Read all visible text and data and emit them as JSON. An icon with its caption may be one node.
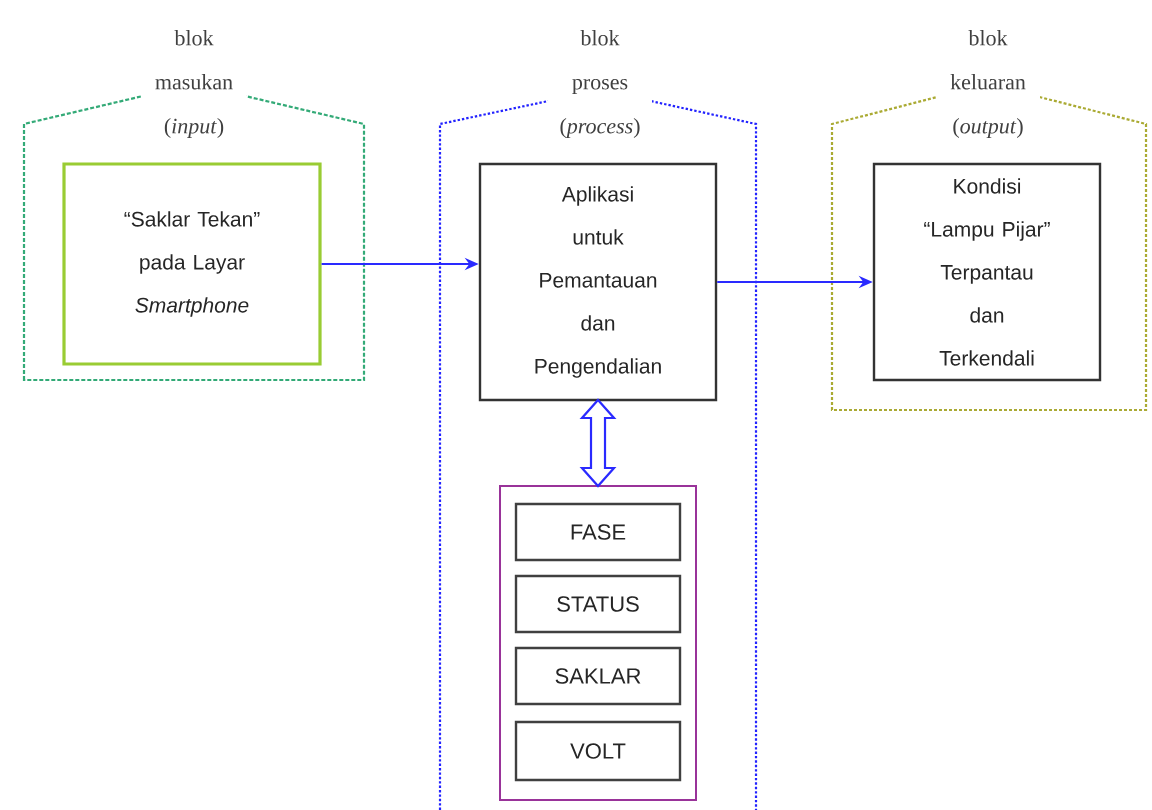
{
  "diagram": {
    "nodes": [
      {
        "text": [
          "blok masukan (*input*)"
        ]
      },
      {
        "text": [
          "“Saklar Tekan” pada Layar *Smartphone*"
        ],
        "in": 0
      },
      {
        "text": [
          "blok proses (*process*)"
        ]
      },
      {
        "text": [
          "Aplikasi untuk Pemantauan dan Pengendalian"
        ],
        "in": 2
      },
      {
        "text": [],
        "shape": "box",
        "in": 2
      },
      {
        "text": [
          "FASE"
        ],
        "in": 4
      },
      {
        "text": [
          "STATUS"
        ],
        "in": 4
      },
      {
        "text": [
          "SAKLAR"
        ],
        "in": 4
      },
      {
        "text": [
          "VOLT"
        ],
        "in": 4
      },
      {
        "text": [
          "blok keluaran (*output*)"
        ]
      },
      {
        "text": [
          "Kondisi “Lampu Pijar” Terpantau dan Terkendali"
        ],
        "in": 9
      }
    ],
    "edges": [
      {
        "from": 1,
        "to": 3,
        "arrow": "to"
      },
      {
        "from": 3,
        "to": 10,
        "arrow": "to"
      },
      {
        "from": 3,
        "to": 4,
        "arrow": "both",
        "style": "thick"
      }
    ]
  }
}
